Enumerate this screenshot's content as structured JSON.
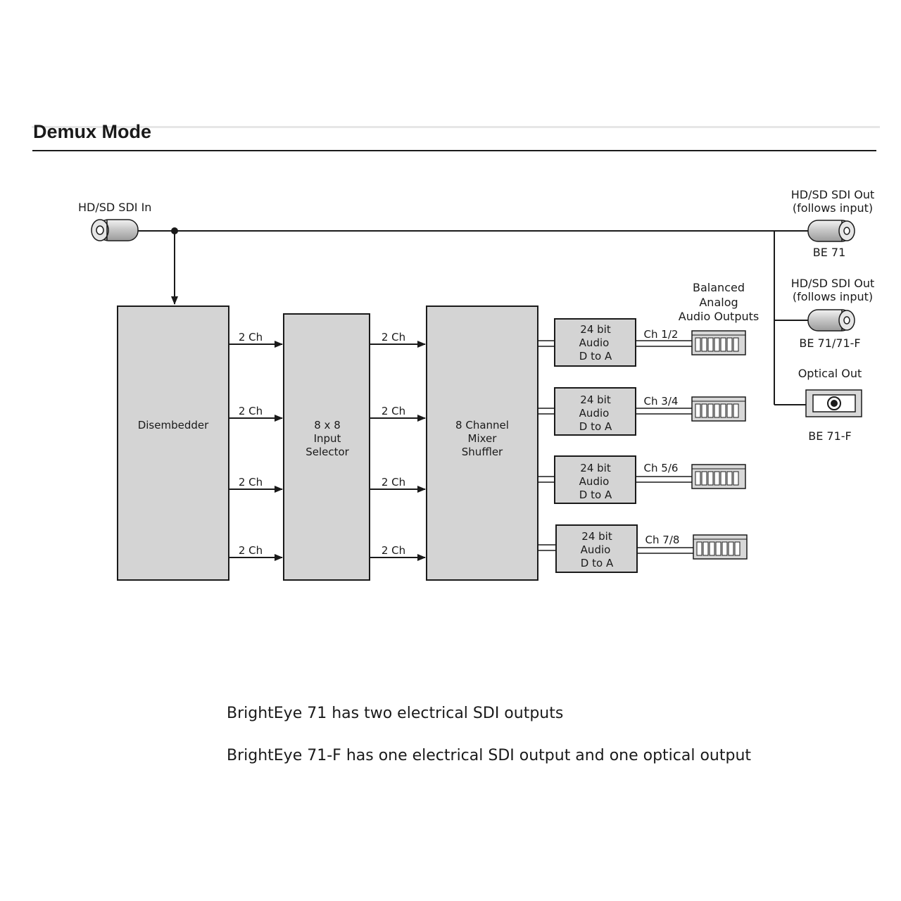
{
  "title": "Demux Mode",
  "input": {
    "label": "HD/SD SDI In"
  },
  "outputs": [
    {
      "label_line1": "HD/SD SDI Out",
      "label_line2": "(follows input)",
      "model": "BE 71"
    },
    {
      "label_line1": "HD/SD SDI Out",
      "label_line2": "(follows input)",
      "model": "BE 71/71-F"
    }
  ],
  "optical": {
    "label": "Optical Out",
    "model": "BE 71-F"
  },
  "blocks": {
    "disembedder": "Disembedder",
    "input_selector": [
      "8 x 8",
      "Input",
      "Selector"
    ],
    "mixer": [
      "8 Channel",
      "Mixer",
      "Shuffler"
    ]
  },
  "channel_label": "2 Ch",
  "dac_lines": [
    "24 bit",
    "Audio",
    "D to A"
  ],
  "balanced_label": [
    "Balanced",
    "Analog",
    "Audio Outputs"
  ],
  "channels": [
    "Ch 1/2",
    "Ch 3/4",
    "Ch 5/6",
    "Ch 7/8"
  ],
  "captions": [
    "BrightEye 71 has two electrical SDI outputs",
    "BrightEye 71-F has one electrical SDI output and one optical output"
  ]
}
